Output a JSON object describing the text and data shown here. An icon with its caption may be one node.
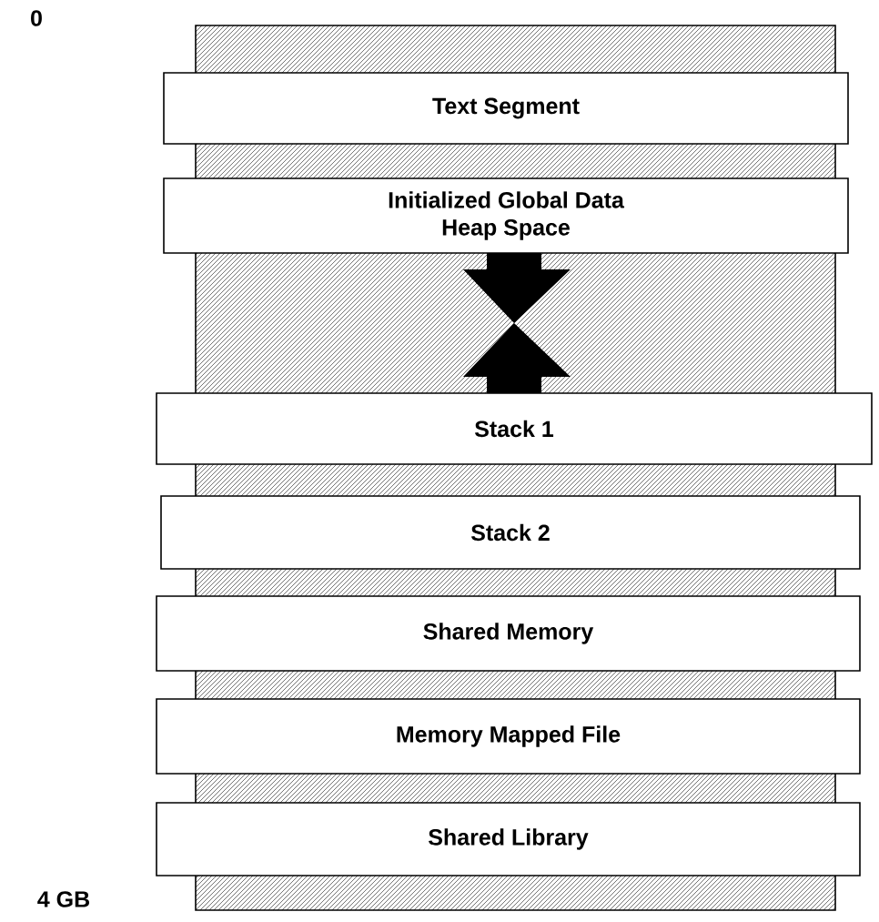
{
  "diagram": {
    "nodes": [
      {
        "text": [
          "Text Segment"
        ]
      },
      {
        "text": [
          "Initialized Global Data",
          "Heap Space"
        ]
      },
      {
        "text": [
          "Stack 1"
        ]
      },
      {
        "text": [
          "Stack 2"
        ]
      },
      {
        "text": [
          "Shared Memory"
        ]
      },
      {
        "text": [
          "Memory Mapped File"
        ]
      },
      {
        "text": [
          "Shared Library"
        ]
      }
    ],
    "edges": [
      {
        "from": 1,
        "to": null,
        "arrow": "to"
      },
      {
        "from": 2,
        "to": null,
        "arrow": "to"
      }
    ],
    "labels": [
      "0",
      "4 GB"
    ]
  }
}
